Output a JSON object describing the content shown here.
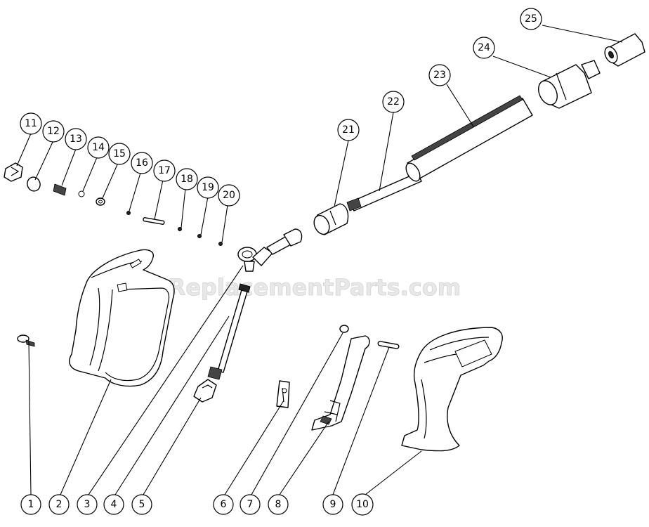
{
  "watermark": "eReplacementParts.com",
  "callouts": [
    "1",
    "2",
    "3",
    "4",
    "5",
    "6",
    "7",
    "8",
    "9",
    "10",
    "11",
    "12",
    "13",
    "14",
    "15",
    "16",
    "17",
    "18",
    "19",
    "20",
    "21",
    "22",
    "23",
    "24",
    "25"
  ]
}
